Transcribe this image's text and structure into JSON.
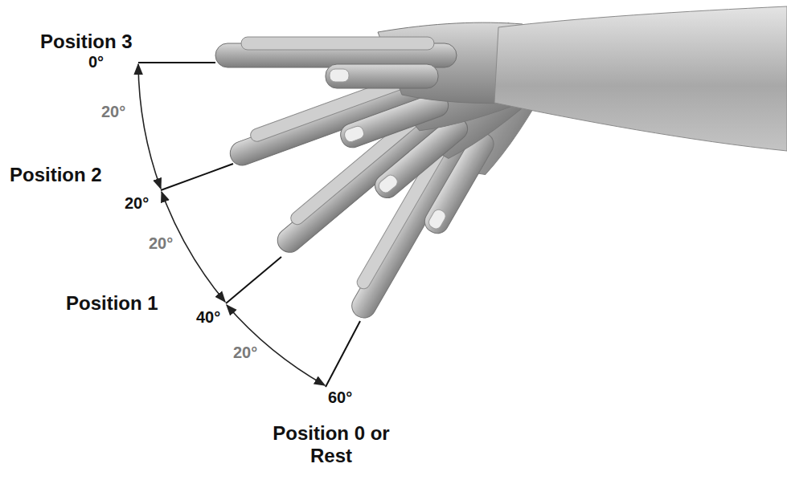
{
  "diagram": {
    "labels": [
      "Position 3",
      "0°",
      "20°",
      "Position 2",
      "20°",
      "20°",
      "Position 1",
      "40°",
      "20°",
      "60°",
      "Position 0 or Rest"
    ]
  }
}
